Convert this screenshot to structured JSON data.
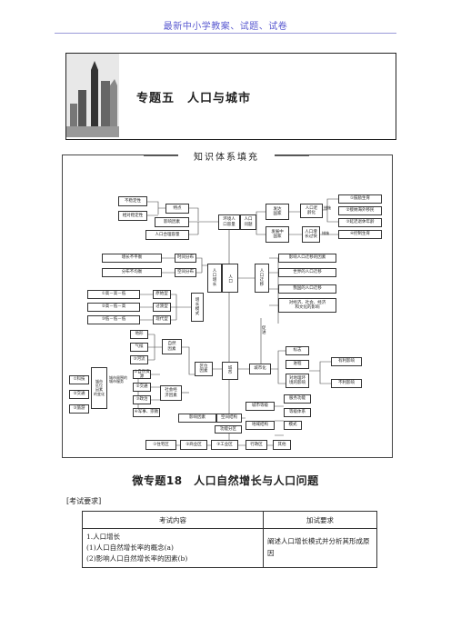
{
  "header": {
    "text": "最新中小学教案、试题、试卷"
  },
  "banner": {
    "title": "专题五　人口与城市"
  },
  "concept_map": {
    "title": "知识体系填充",
    "nodes": {
      "unstable": "不稳定性",
      "relstable": "相对稳定性",
      "feature": "特点",
      "factors": "影响因素",
      "reasonable": "人口合理容量",
      "env": "环境人\n口容量",
      "problem": "人口\n问题",
      "developed": "发达\n国家",
      "aging": "人口老\n龄化",
      "measure1": "措施",
      "m1": "①鼓励生育",
      "m2": "②接纳海外移民",
      "m3": "③延迟退休年龄",
      "developing": "发展中\n国家",
      "fastgrowth": "人口增\n长过快",
      "measure2": "措施",
      "m4": "④控制生育",
      "center": "人口",
      "timeuneven": "增长不平衡",
      "timedist": "时间分布",
      "spaceuneven": "分布不均衡",
      "spacedist": "空间分布",
      "growth": "人\n口\n增\n长",
      "migration": "人\n口\n迁\n移",
      "migfactors": "影响人口迁移的因素",
      "worldmig": "世界的人口迁移",
      "chinamig": "我国的人口迁移",
      "migimpact": "对经济、社会、经济\n和文化的影响",
      "p1": "①高－高－低",
      "t1": "原始型",
      "p2": "②高－低－高",
      "t2": "过渡型",
      "p3": "③低－低－低",
      "t3": "现代型",
      "mode": "增\n长\n模\n式",
      "promote": "促\n进",
      "terrain": "地形",
      "climate": "气候",
      "river": "③河流",
      "natural": "自然\n因素",
      "resources": "①自然资源",
      "traffic": "②交通",
      "politics": "③政治",
      "military": "④军事、宗教",
      "econ": "社会经\n济因素",
      "location": "区位\n因素",
      "city": "城\n市",
      "urbanize": "城市化",
      "sign": "标志",
      "process": "进程",
      "environ": "对地理环\n境的影响",
      "good": "有利影响",
      "bad": "不利影响",
      "outside": "城市\n区位\n因素\n的变化",
      "tech": "①科技",
      "transport": "②交通",
      "tour": "③旅游",
      "function": "城市周围的\n城市服务",
      "hierarchy": "城市等级",
      "service": "服务功能",
      "levels": "等级体系",
      "spatial": "空间结构",
      "affect": "影响因素",
      "funczone": "功能分区",
      "landuse": "地域结构",
      "model": "模式",
      "z1": "①住宅区",
      "z2": "②商业区",
      "z3": "③工业区",
      "z4": "行政区",
      "z5": "其他"
    }
  },
  "section": {
    "title": "微专题18　人口自然增长与人口问题",
    "req_label": "[考试要求]",
    "table": {
      "headers": [
        "考试内容",
        "加试要求"
      ],
      "row1_col1": [
        "1.人口增长",
        "(1)人口自然增长率的概念(a)",
        "(2)影响人口自然增长率的因素(b)"
      ],
      "row1_col2": "阐述人口增长模式并分析其形成原因"
    }
  }
}
